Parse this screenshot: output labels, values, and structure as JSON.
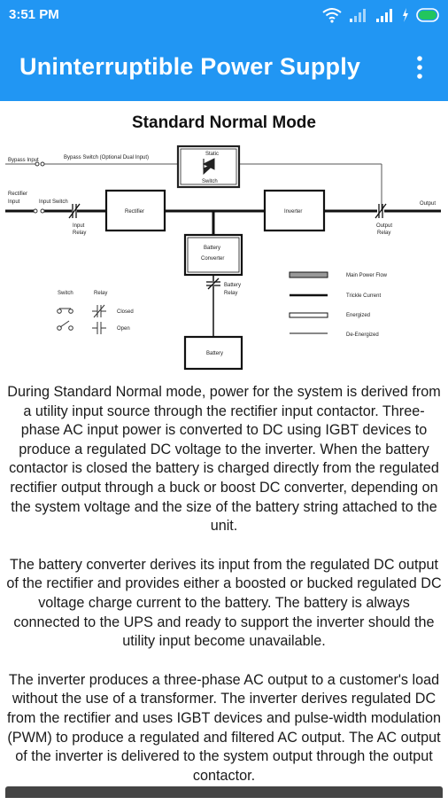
{
  "status_bar": {
    "time": "3:51 PM"
  },
  "app_bar": {
    "title": "Uninterruptible Power Supply"
  },
  "content": {
    "heading": "Standard Normal Mode",
    "diagram": {
      "bypass_input": "Bypass Input",
      "bypass_switch": "Bypass Switch (Optional Dual Input)",
      "static": "Static",
      "switch": "Switch",
      "rectifier_input_1": "Rectifier",
      "rectifier_input_2": "Input",
      "input_switch": "Input Switch",
      "input_relay_1": "Input",
      "input_relay_2": "Relay",
      "rectifier": "Rectifier",
      "inverter": "Inverter",
      "output_relay_1": "Output",
      "output_relay_2": "Relay",
      "output": "Output",
      "battery_converter_1": "Battery",
      "battery_converter_2": "Converter",
      "battery_relay_1": "Battery",
      "battery_relay_2": "Relay",
      "battery": "Battery",
      "legend_switch": "Switch",
      "legend_relay": "Relay",
      "legend_closed": "Closed",
      "legend_open": "Open",
      "legend_main": "Main Power Flow",
      "legend_trickle": "Trickle Current",
      "legend_energized": "Energized",
      "legend_deenergized": "De-Energized"
    },
    "paragraphs": [
      "During Standard Normal mode, power for the system is derived from a utility input source through the rectifier input contactor. Three-phase AC input power is converted to DC using IGBT devices to produce a regulated DC voltage to the inverter. When the battery contactor is closed the battery is charged directly from the regulated rectifier output through a buck or boost DC converter, depending on the system voltage and the size of the battery string attached to the unit.",
      "The battery converter derives its input from the regulated DC output of the rectifier and provides either a boosted or bucked regulated DC voltage charge current to the battery. The battery is always connected to the UPS and ready to support the inverter should the utility input become unavailable.",
      "The inverter produces a three-phase AC output to a customer's load without the use of a transformer. The inverter derives regulated DC from the rectifier and uses IGBT devices and pulse-width modulation (PWM) to produce a regulated and filtered AC output. The AC output of the inverter is delivered to the system output through the output contactor."
    ]
  },
  "colors": {
    "accent": "#2196f3",
    "battery_green": "#22c55e"
  }
}
